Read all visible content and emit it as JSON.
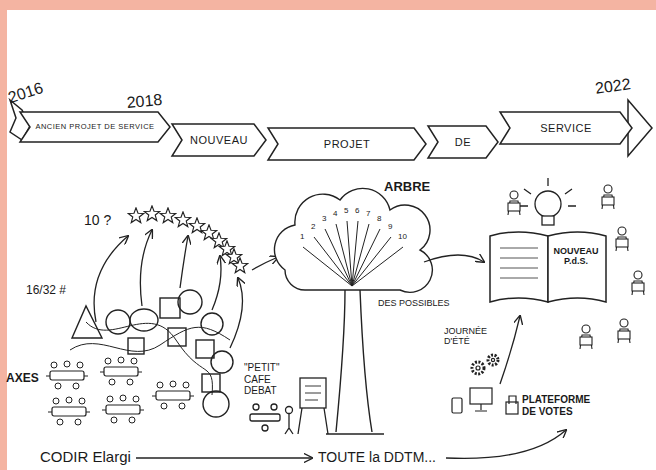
{
  "diagram": {
    "nodes": [
      {
        "text": [
          "ANCIEN PROJET DE SERVICE"
        ]
      },
      {
        "text": [
          "NOUVEAU"
        ]
      },
      {
        "text": [
          "PROJET"
        ]
      },
      {
        "text": [
          "DE"
        ]
      },
      {
        "text": [
          "SERVICE"
        ]
      },
      {
        "text": [
          "NOUVEAU P.d.S."
        ]
      }
    ],
    "labels": [
      "2016",
      "2018",
      "2022",
      "10 ?",
      "16/32 #",
      "AXES",
      "CODIR Elargi",
      "TOUTE la DDTM...",
      "ARBRE",
      "DES POSSIBLES",
      "\"PETIT\" CAFE DEBAT",
      "JOURNÉE D'ÉTÉ",
      "PLATEFORME DE VOTES",
      "1",
      "2",
      "3",
      "4",
      "5",
      "6",
      "7",
      "8",
      "9",
      "10"
    ]
  }
}
